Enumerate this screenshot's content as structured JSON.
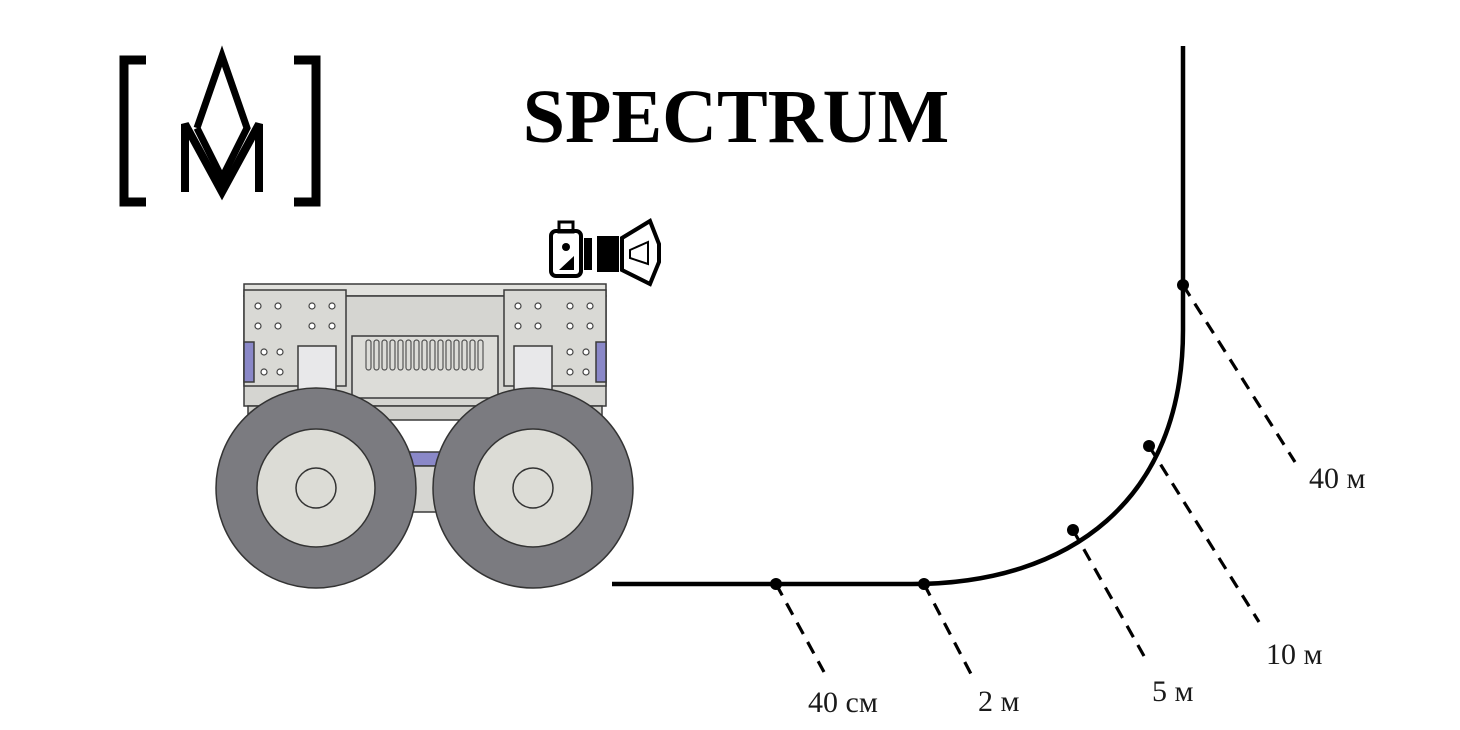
{
  "title": "SPECTRUM",
  "labels": {
    "d_40cm": "40 см",
    "d_2m": "2 м",
    "d_5m": "5 м",
    "d_10m": "10 м",
    "d_40m": "40 м"
  },
  "colors": {
    "line": "#000000",
    "tire": "#7b7b80",
    "hub": "#d9d9d3",
    "body": "#d3d3cf",
    "body_light": "#e0e0dc",
    "accent_blue": "#8a88c8"
  },
  "icons": {
    "logo": "bracket-m-logo",
    "camera": "camera-light-icon"
  }
}
